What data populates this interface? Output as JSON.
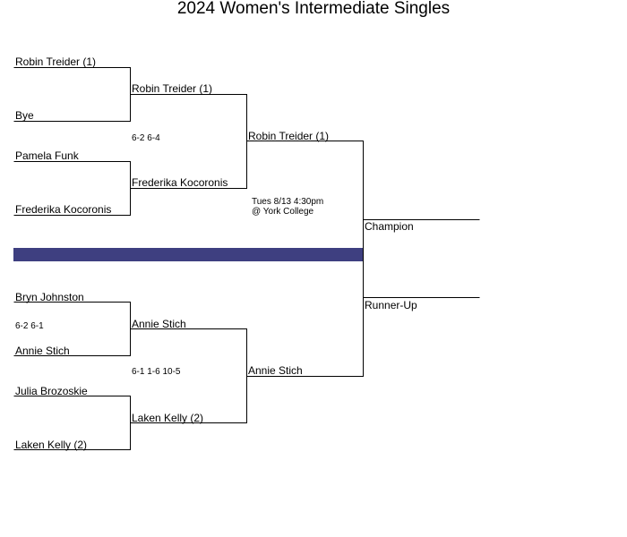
{
  "title": "2024 Women's Intermediate Singles",
  "round1": {
    "m1": {
      "top": "Robin Treider (1)",
      "bottom": "Bye"
    },
    "m2": {
      "top": "Pamela Funk",
      "bottom": "Frederika Kocoronis"
    },
    "m3": {
      "top": "Bryn Johnston",
      "bottom": "Annie Stich",
      "score": "6-2 6-1"
    },
    "m4": {
      "top": "Julia Brozoskie",
      "bottom": "Laken Kelly (2)"
    }
  },
  "round2": {
    "top": "Robin Treider (1)",
    "score": "6-2 6-4",
    "bottom": "Frederika Kocoronis",
    "top2": "Annie Stich",
    "score2": "6-1 1-6 10-5",
    "bottom2": "Laken Kelly (2)"
  },
  "semis": {
    "top": "Robin Treider (1)",
    "bottom": "Annie Stich",
    "schedule": {
      "line1": "Tues 8/13 4:30pm",
      "line2": "@ York College"
    }
  },
  "final": {
    "champion_label": "Champion",
    "runnerup_label": "Runner-Up"
  },
  "colors": {
    "divider": "#3e3f80",
    "line": "#000000"
  }
}
